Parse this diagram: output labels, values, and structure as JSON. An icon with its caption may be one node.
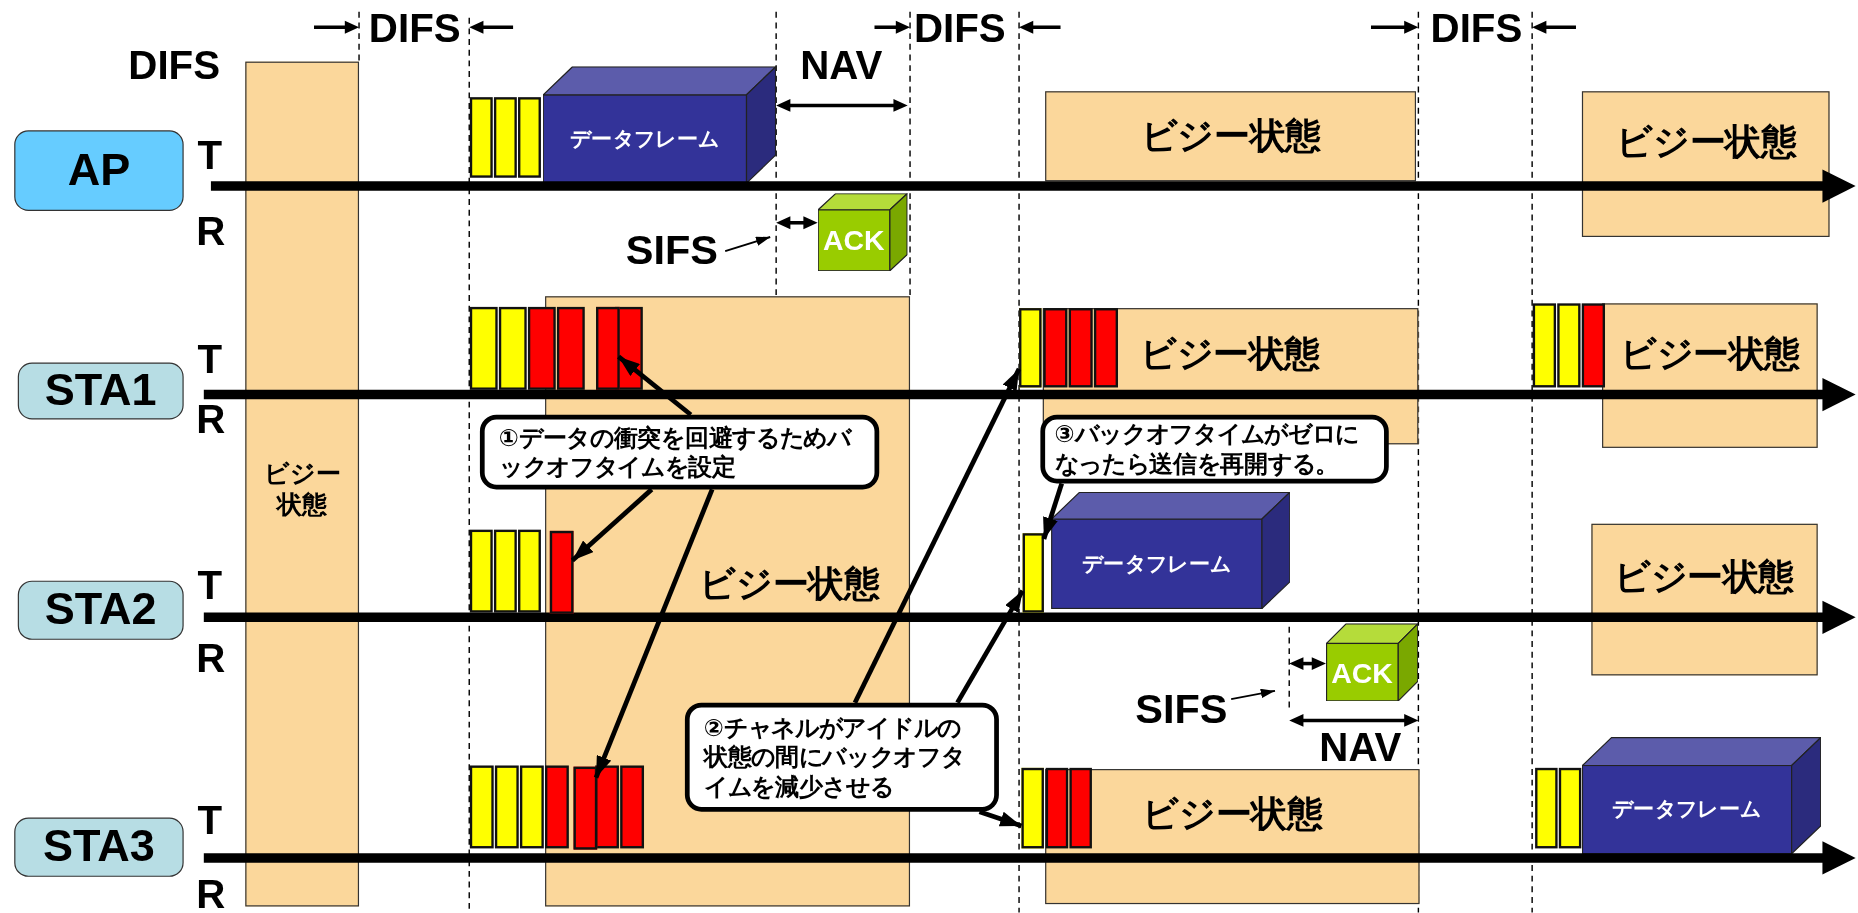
{
  "diagram": {
    "nodes": [
      {
        "text": [
          "AP"
        ]
      },
      {
        "text": [
          "STA1"
        ]
      },
      {
        "text": [
          "STA2"
        ]
      },
      {
        "text": [
          "STA3"
        ]
      },
      {
        "text": [
          "ビジー状態"
        ]
      },
      {
        "text": [
          "データフレーム"
        ]
      },
      {
        "text": [
          "ACK"
        ]
      },
      {
        "text": [
          "ビジー状態"
        ]
      },
      {
        "text": [
          "ビジー状態"
        ]
      },
      {
        "text": [
          "ビジー状態"
        ]
      },
      {
        "text": [
          "ビジー状態"
        ]
      },
      {
        "text": [
          "ビジー状態"
        ]
      },
      {
        "text": [
          "①データの衝突を回避するためバックオフタイムを設定"
        ]
      },
      {
        "text": [
          "③バックオフタイムがゼロになったら送信を再開する。"
        ]
      },
      {
        "text": [
          "データフレーム"
        ]
      },
      {
        "text": [
          "ACK"
        ]
      },
      {
        "text": [
          "ビジー状態"
        ]
      },
      {
        "text": [
          "②チャネルがアイドルの状態の間にバックオフタイムを減少させる"
        ]
      },
      {
        "text": [
          "ビジー状態"
        ]
      },
      {
        "text": [
          "データフレーム"
        ]
      },
      {
        "text": [
          "SIFS"
        ]
      },
      {
        "text": [
          "SIFS"
        ]
      },
      {
        "text": [],
        "shape": "box",
        "in": 9
      },
      {
        "text": [],
        "shape": "box"
      },
      {
        "text": [],
        "shape": "box",
        "in": 9
      },
      {
        "text": [],
        "shape": "box"
      },
      {
        "text": [],
        "shape": "box",
        "in": 9
      },
      {
        "text": [],
        "shape": "box"
      }
    ],
    "edges": [
      {
        "from": 12,
        "to": 22,
        "arrow": "to"
      },
      {
        "from": 12,
        "to": 24,
        "arrow": "to"
      },
      {
        "from": 12,
        "to": 26,
        "arrow": "to"
      },
      {
        "from": 17,
        "to": 23,
        "arrow": "to"
      },
      {
        "from": 17,
        "to": 25,
        "arrow": "to"
      },
      {
        "from": 17,
        "to": 27,
        "arrow": "to"
      },
      {
        "from": 13,
        "to": 25,
        "arrow": "to"
      },
      {
        "from": 20,
        "to": null,
        "arrow": "to"
      },
      {
        "from": 21,
        "to": null,
        "arrow": "to"
      }
    ],
    "labels": [
      "DIFS",
      "DIFS",
      "DIFS",
      "DIFS",
      "NAV",
      "T",
      "R",
      "T",
      "R",
      "T",
      "R",
      "NAV",
      "T",
      "R"
    ]
  }
}
